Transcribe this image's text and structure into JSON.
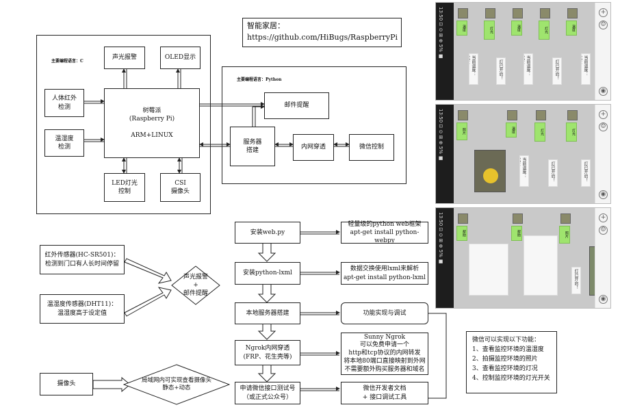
{
  "hw": {
    "lang_label": "主要编程语言：C",
    "sound": "声光报警",
    "oled": "OLED显示",
    "pir": "人体红外\n检测",
    "temp": "温湿度\n检测",
    "pi": "树莓派\n(Raspberry Pi)\n\nARM+LINUX",
    "led": "LED灯光\n控制",
    "csi": "CSI\n摄像头"
  },
  "sw": {
    "lang_label": "主要编程语言：Python",
    "mail": "邮件提醒",
    "server": "服务器\n搭建",
    "intranet": "内网穿透",
    "wechat": "微信控制"
  },
  "header": {
    "text": "智能家居：\nhttps://github.com/HiBugs/RaspberryPi"
  },
  "logic": {
    "pir_sensor": "红外传感器(HC-SR501)：\n检测到门口有人长时间停留",
    "dht_sensor": "温湿度传感器(DHT11)：\n温湿度高于设定值",
    "alarm_mail": "声光报警\n+\n邮件提醒",
    "camera": "摄像头",
    "lan_view": "局域网内可实现查看摄像头\n静态+动态"
  },
  "steps": {
    "s1": "安装web.py",
    "s2": "安装python-lxml",
    "s3": "本地服务器搭建",
    "s4": "Ngrok内网穿透\n(FRP、花生壳等)",
    "s5": "申请微信接口测试号\n（或正式公众号）",
    "n1": "轻量级的python web框架\napt-get install python-webpy",
    "n2": "数据交换使用lxml来解析\napt-get install python-lxml",
    "n3": "功能实现与调试",
    "n4": "Sunny Ngrok\n可以免费申请一个\nhttp和tcp协议的内网转发\n将本地80端口直接映射到外网\n不需要额外购买服务器和域名",
    "n5": "微信开发者文档\n+ 接口调试工具"
  },
  "features": {
    "text": "微信可以实现以下功能：\n1、查看监控环境的温湿度\n2、拍摄监控环境的照片\n3、查看监控环境的灯况\n4、控制监控环境的灯光开关"
  },
  "phones": {
    "status_bar": "13:50 ⊡ ⊙ ⊞  ⊕ 5% ■",
    "msg_wendu": "温度",
    "msg_zhaopian": "照片",
    "msg_dengguang": "灯光",
    "msg_help": "帮助",
    "reply_temp": "当前温度：25℃",
    "reply_light": "灯已开启！"
  }
}
